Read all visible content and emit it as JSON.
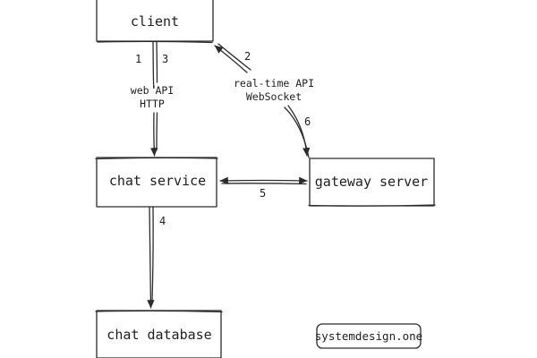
{
  "nodes": {
    "client": {
      "label": "client",
      "fill": "#f3f4f6"
    },
    "chat_service": {
      "label": "chat service",
      "fill": "#e9f5e4"
    },
    "gateway_server": {
      "label": "gateway server",
      "fill": "#e6f0f8"
    },
    "chat_database": {
      "label": "chat database",
      "fill": "#fbf6df"
    },
    "watermark": {
      "label": "systemdesign.one"
    }
  },
  "edges": {
    "client_chat": {
      "step_a": "1",
      "step_b": "3",
      "label_line1": "web API",
      "label_line2": "HTTP"
    },
    "gateway_client": {
      "step_a": "2",
      "step_b": "6",
      "label_line1": "real-time API",
      "label_line2": "WebSocket"
    },
    "chat_gateway": {
      "step": "5"
    },
    "chat_db": {
      "step": "4"
    }
  }
}
